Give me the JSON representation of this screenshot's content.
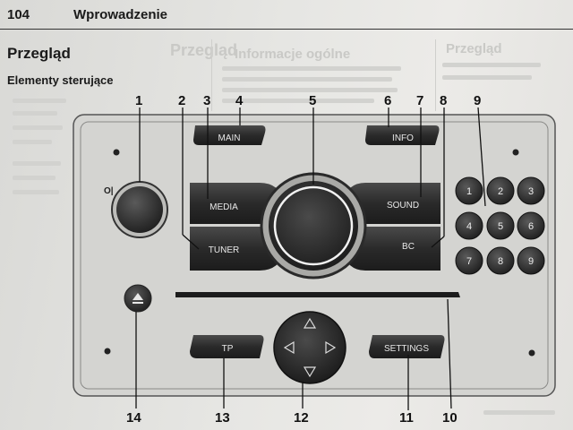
{
  "header": {
    "page_number": "104",
    "chapter": "Wprowadzenie"
  },
  "section_title": "Przegląd",
  "subsection_title": "Elementy sterujące",
  "background_text": {
    "left_heading": "Przegląd",
    "middle_heading": "Informacje ogólne",
    "right_heading": "Przegląd"
  },
  "panel": {
    "power_symbol": "O|",
    "buttons": {
      "main": "MAIN",
      "info": "INFO",
      "media": "MEDIA",
      "tuner": "TUNER",
      "sound": "SOUND",
      "bc": "BC",
      "tp": "TP",
      "settings": "SETTINGS"
    },
    "presets": [
      "1",
      "2",
      "3",
      "4",
      "5",
      "6",
      "7",
      "8",
      "9"
    ]
  },
  "callouts": [
    "1",
    "2",
    "3",
    "4",
    "5",
    "6",
    "7",
    "8",
    "9",
    "10",
    "11",
    "12",
    "13",
    "14"
  ],
  "colors": {
    "panel": "#d4d4d1",
    "button": "#2b2b2b",
    "text": "#1a1a1a"
  }
}
